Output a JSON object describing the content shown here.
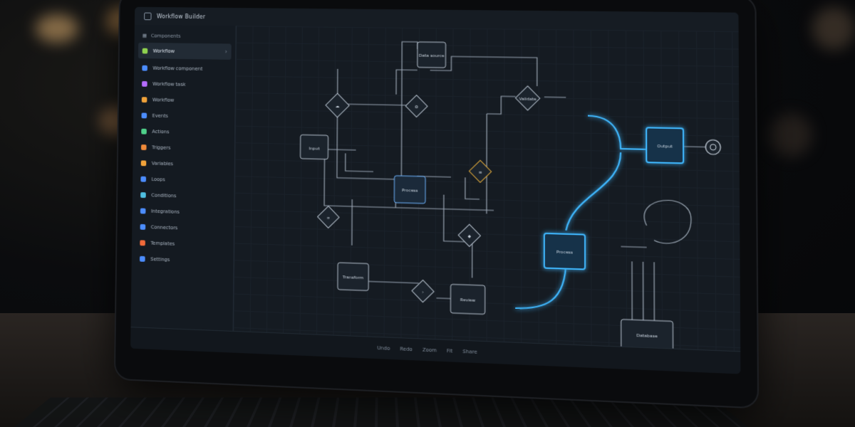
{
  "app": {
    "title": "Workflow Builder"
  },
  "sidebar": {
    "header": "Components",
    "items": [
      {
        "label": "Workflow",
        "color": "#8fd14f",
        "active": true
      },
      {
        "label": "Workflow component",
        "color": "#4c8dff"
      },
      {
        "label": "Workflow task",
        "color": "#b56cff"
      },
      {
        "label": "Workflow",
        "color": "#f0a23a"
      },
      {
        "label": "Events",
        "color": "#4c8dff"
      },
      {
        "label": "Actions",
        "color": "#4fd18a"
      },
      {
        "label": "Triggers",
        "color": "#f08a3a"
      },
      {
        "label": "Variables",
        "color": "#f0a23a"
      },
      {
        "label": "Loops",
        "color": "#4c8dff"
      },
      {
        "label": "Conditions",
        "color": "#4fbfe0"
      },
      {
        "label": "Integrations",
        "color": "#4c8dff"
      },
      {
        "label": "Connectors",
        "color": "#4c8dff"
      },
      {
        "label": "Templates",
        "color": "#f06a3a"
      },
      {
        "label": "Settings",
        "color": "#4c8dff"
      }
    ]
  },
  "canvas": {
    "nodes": {
      "input": "Input",
      "data_source": "Data source",
      "processor": "Process",
      "validate": "Validate",
      "transform": "Transform",
      "review": "Review",
      "active_step": "Process",
      "output": "Output",
      "database": "Database"
    }
  },
  "footer": {
    "buttons": [
      "Undo",
      "Redo",
      "Zoom",
      "Fit",
      "Share"
    ]
  },
  "colors": {
    "accent": "#3fb8ff",
    "line": "#9aa6b3",
    "node_fill": "#1b232c"
  }
}
